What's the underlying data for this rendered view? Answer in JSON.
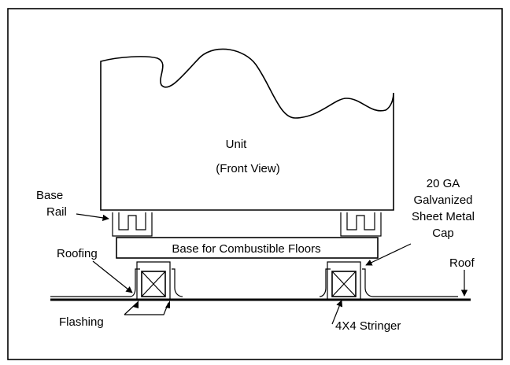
{
  "labels": {
    "unit": "Unit",
    "front_view": "(Front View)",
    "base_rail_1": "Base",
    "base_rail_2": "Rail",
    "cap_1": "20 GA",
    "cap_2": "Galvanized",
    "cap_3": "Sheet Metal",
    "cap_4": "Cap",
    "base_combustible": "Base for Combustible Floors",
    "roofing": "Roofing",
    "roof": "Roof",
    "flashing": "Flashing",
    "stringer": "4X4 Stringer"
  }
}
